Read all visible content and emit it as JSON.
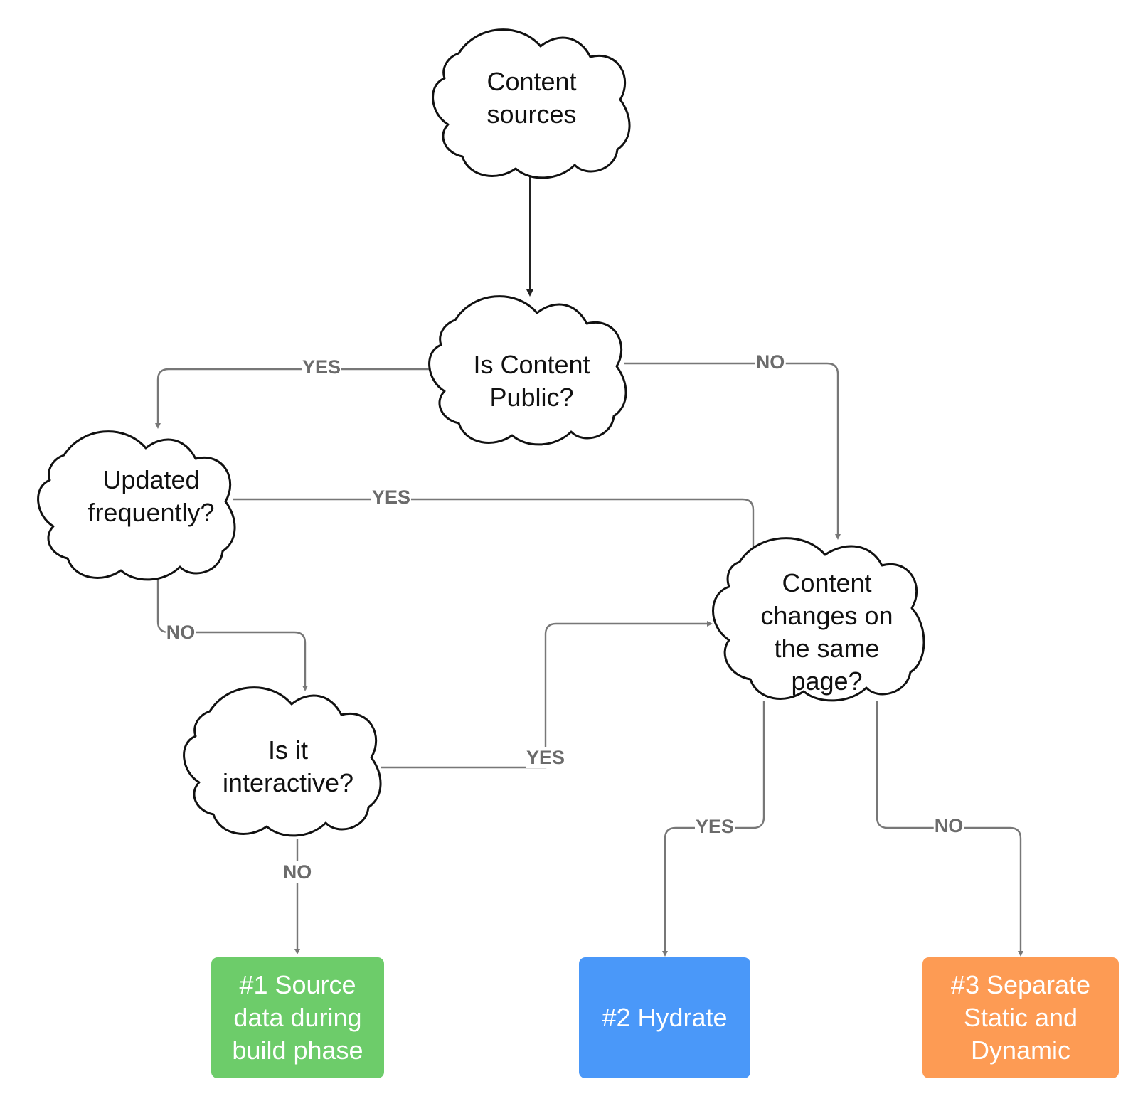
{
  "nodes": {
    "content_sources": {
      "line1": "Content",
      "line2": "sources"
    },
    "is_public": {
      "line1": "Is Content",
      "line2": "Public?"
    },
    "updated_frequently": {
      "line1": "Updated",
      "line2": "frequently?"
    },
    "is_interactive": {
      "line1": "Is it",
      "line2": "interactive?"
    },
    "changes_same_page": {
      "line1": "Content",
      "line2": "changes on",
      "line3": "the same",
      "line4": "page?"
    }
  },
  "outcomes": {
    "source_build": {
      "line1": "#1 Source",
      "line2": "data during",
      "line3": "build phase",
      "color": "#6dcc6a"
    },
    "hydrate": {
      "line1": "#2 Hydrate",
      "color": "#4a98f9"
    },
    "separate": {
      "line1": "#3 Separate",
      "line2": "Static and",
      "line3": "Dynamic",
      "color": "#fd9b54"
    }
  },
  "edge_labels": {
    "public_yes": "YES",
    "public_no": "NO",
    "updated_yes": "YES",
    "updated_no": "NO",
    "interactive_yes": "YES",
    "interactive_no": "NO",
    "changes_yes": "YES",
    "changes_no": "NO"
  },
  "colors": {
    "connector": "#777777",
    "main_connector": "#222222",
    "label_text": "#6b6b6b"
  }
}
